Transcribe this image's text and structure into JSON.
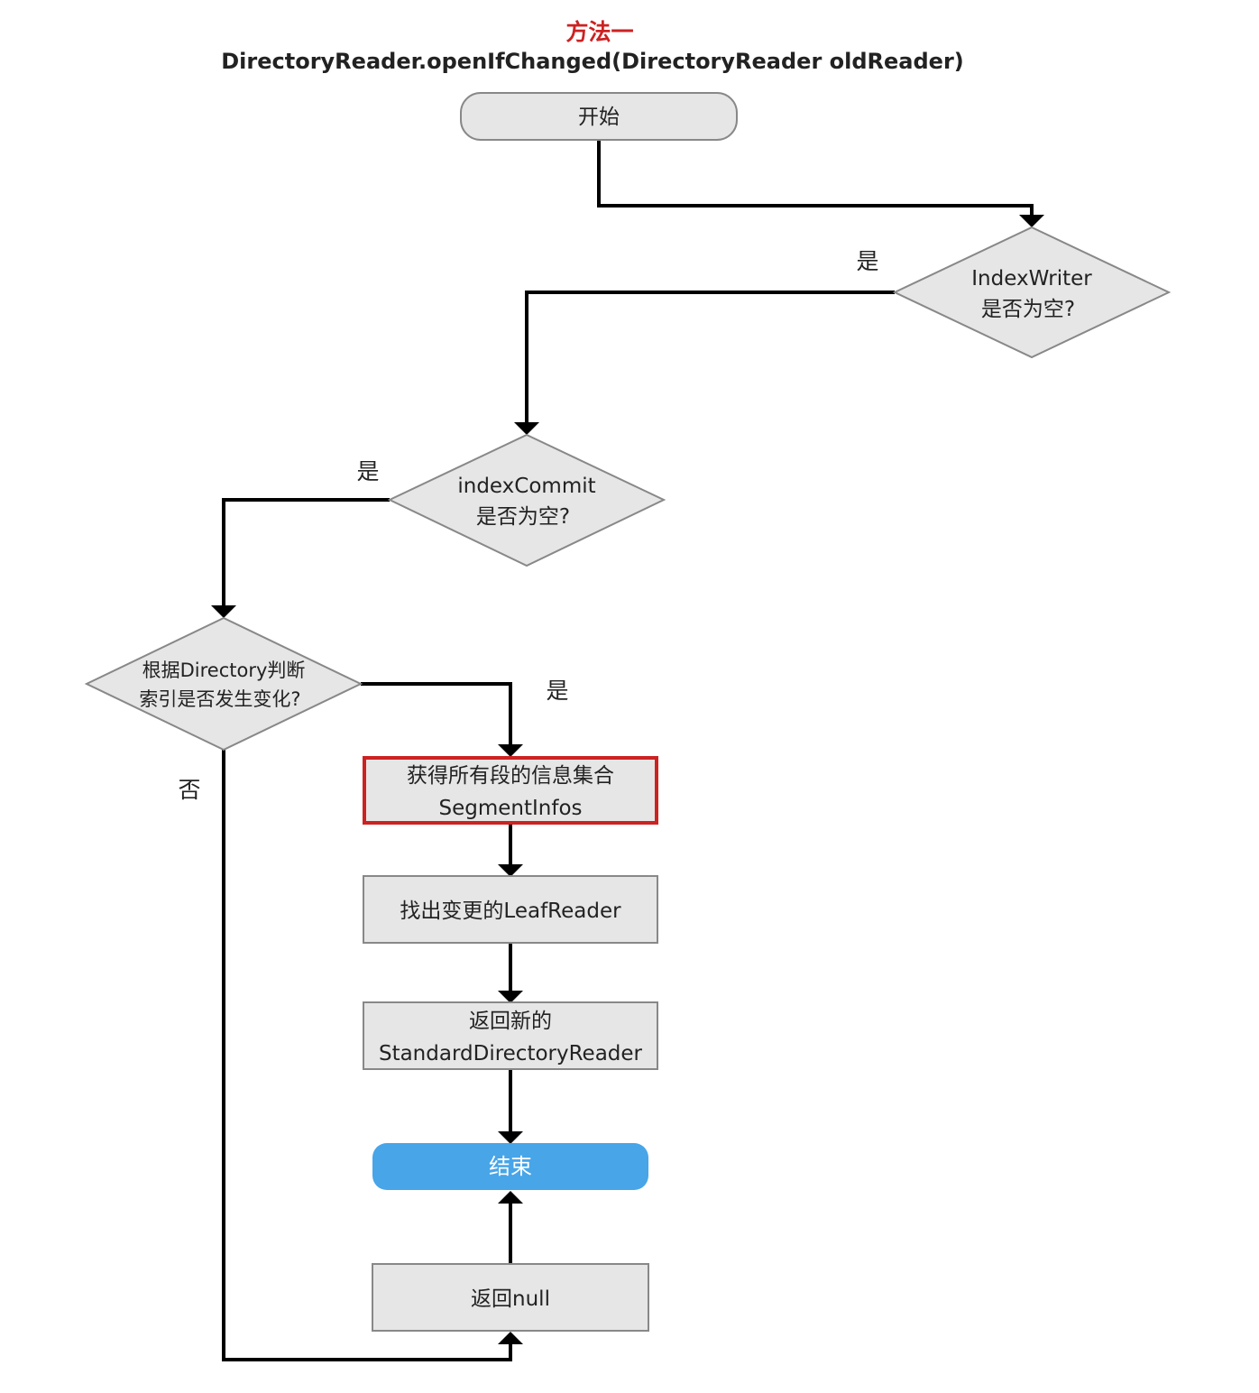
{
  "title": {
    "heading": "方法一",
    "subheading": "DirectoryReader.openIfChanged(DirectoryReader oldReader)"
  },
  "nodes": {
    "start": {
      "label": "开始"
    },
    "writer_check": {
      "line1": "IndexWriter",
      "line2": "是否为空?"
    },
    "commit_check": {
      "line1": "indexCommit",
      "line2": "是否为空?"
    },
    "dir_check": {
      "line1": "根据Directory判断",
      "line2": "索引是否发生变化?"
    },
    "get_infos": {
      "line1": "获得所有段的信息集合",
      "line2": "SegmentInfos"
    },
    "find_changed": {
      "label": "找出变更的LeafReader"
    },
    "return_new": {
      "line1": "返回新的",
      "line2": "StandardDirectoryReader"
    },
    "end": {
      "label": "结束"
    },
    "return_null": {
      "label": "返回null"
    }
  },
  "edge_labels": {
    "writer_yes": "是",
    "commit_yes": "是",
    "dir_yes": "是",
    "dir_no": "否"
  },
  "colors": {
    "highlight_border": "#cc2222",
    "end_fill": "#47a5e8",
    "node_fill": "#e6e6e6"
  }
}
